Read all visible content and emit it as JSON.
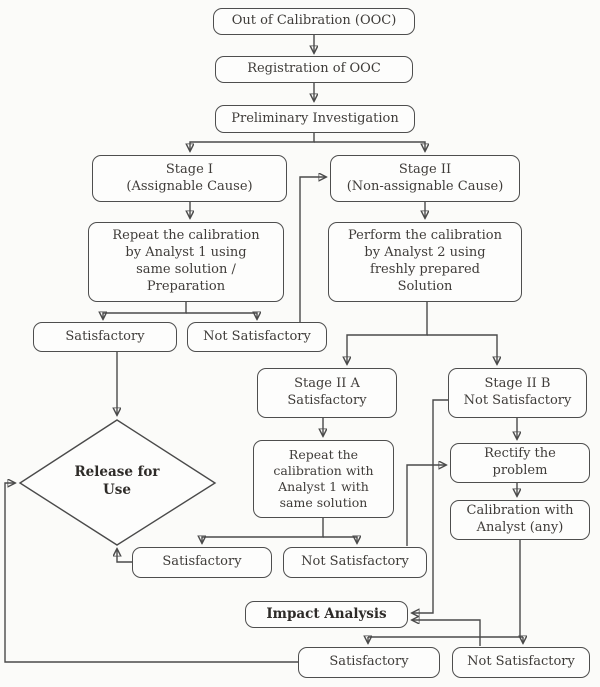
{
  "colors": {
    "background": "#fbfbf9",
    "node_fill": "#fdfdfc",
    "node_border": "#4e4e4e",
    "node_text": "#3f3c39",
    "connector_line": "#4a4a4a",
    "arrowhead": "#1c1c1c"
  },
  "nodes": {
    "ooc": {
      "label": "Out of Calibration (OOC)"
    },
    "registration": {
      "label": "Registration of OOC"
    },
    "preliminary": {
      "label": "Preliminary Investigation"
    },
    "stage1": {
      "label": "Stage I\n(Assignable Cause)"
    },
    "stage2": {
      "label": "Stage II\n(Non-assignable Cause)"
    },
    "repeat_analyst1": {
      "label": "Repeat the calibration\nby Analyst 1 using\nsame solution /\nPreparation"
    },
    "perform_analyst2": {
      "label": "Perform the calibration\nby Analyst 2 using\nfreshly prepared\nSolution"
    },
    "stage1_satisfactory": {
      "label": "Satisfactory"
    },
    "stage1_not_satisfactory": {
      "label": "Not Satisfactory"
    },
    "stage2a": {
      "label": "Stage II A\nSatisfactory"
    },
    "stage2b": {
      "label": "Stage II B\nNot Satisfactory"
    },
    "repeat_with_analyst1": {
      "label": "Repeat the\ncalibration with\nAnalyst 1 with\nsame solution"
    },
    "rectify": {
      "label": "Rectify the\nproblem"
    },
    "calibration_any": {
      "label": "Calibration with\nAnalyst (any)"
    },
    "mid_satisfactory": {
      "label": "Satisfactory"
    },
    "mid_not_satisfactory": {
      "label": "Not Satisfactory"
    },
    "release_for_use": {
      "label": "Release for\nUse"
    },
    "impact_analysis": {
      "label": "Impact Analysis"
    },
    "final_satisfactory": {
      "label": "Satisfactory"
    },
    "final_not_satisfactory": {
      "label": "Not Satisfactory"
    }
  },
  "edges": [
    {
      "from": "ooc",
      "to": "registration"
    },
    {
      "from": "registration",
      "to": "preliminary"
    },
    {
      "from": "preliminary",
      "to": "stage1"
    },
    {
      "from": "preliminary",
      "to": "stage2"
    },
    {
      "from": "stage1",
      "to": "repeat_analyst1"
    },
    {
      "from": "stage2",
      "to": "perform_analyst2"
    },
    {
      "from": "repeat_analyst1",
      "to": "stage1_satisfactory"
    },
    {
      "from": "repeat_analyst1",
      "to": "stage1_not_satisfactory"
    },
    {
      "from": "stage1_not_satisfactory",
      "to": "stage2"
    },
    {
      "from": "stage1_satisfactory",
      "to": "release_for_use"
    },
    {
      "from": "perform_analyst2",
      "to": "stage2a"
    },
    {
      "from": "perform_analyst2",
      "to": "stage2b"
    },
    {
      "from": "stage2a",
      "to": "repeat_with_analyst1"
    },
    {
      "from": "stage2b",
      "to": "rectify"
    },
    {
      "from": "stage2b",
      "to": "impact_analysis"
    },
    {
      "from": "rectify",
      "to": "calibration_any"
    },
    {
      "from": "repeat_with_analyst1",
      "to": "mid_satisfactory"
    },
    {
      "from": "repeat_with_analyst1",
      "to": "mid_not_satisfactory"
    },
    {
      "from": "mid_satisfactory",
      "to": "release_for_use"
    },
    {
      "from": "mid_not_satisfactory",
      "to": "rectify"
    },
    {
      "from": "calibration_any",
      "to": "final_satisfactory"
    },
    {
      "from": "calibration_any",
      "to": "final_not_satisfactory"
    },
    {
      "from": "final_not_satisfactory",
      "to": "impact_analysis"
    },
    {
      "from": "final_satisfactory",
      "to": "release_for_use"
    }
  ]
}
